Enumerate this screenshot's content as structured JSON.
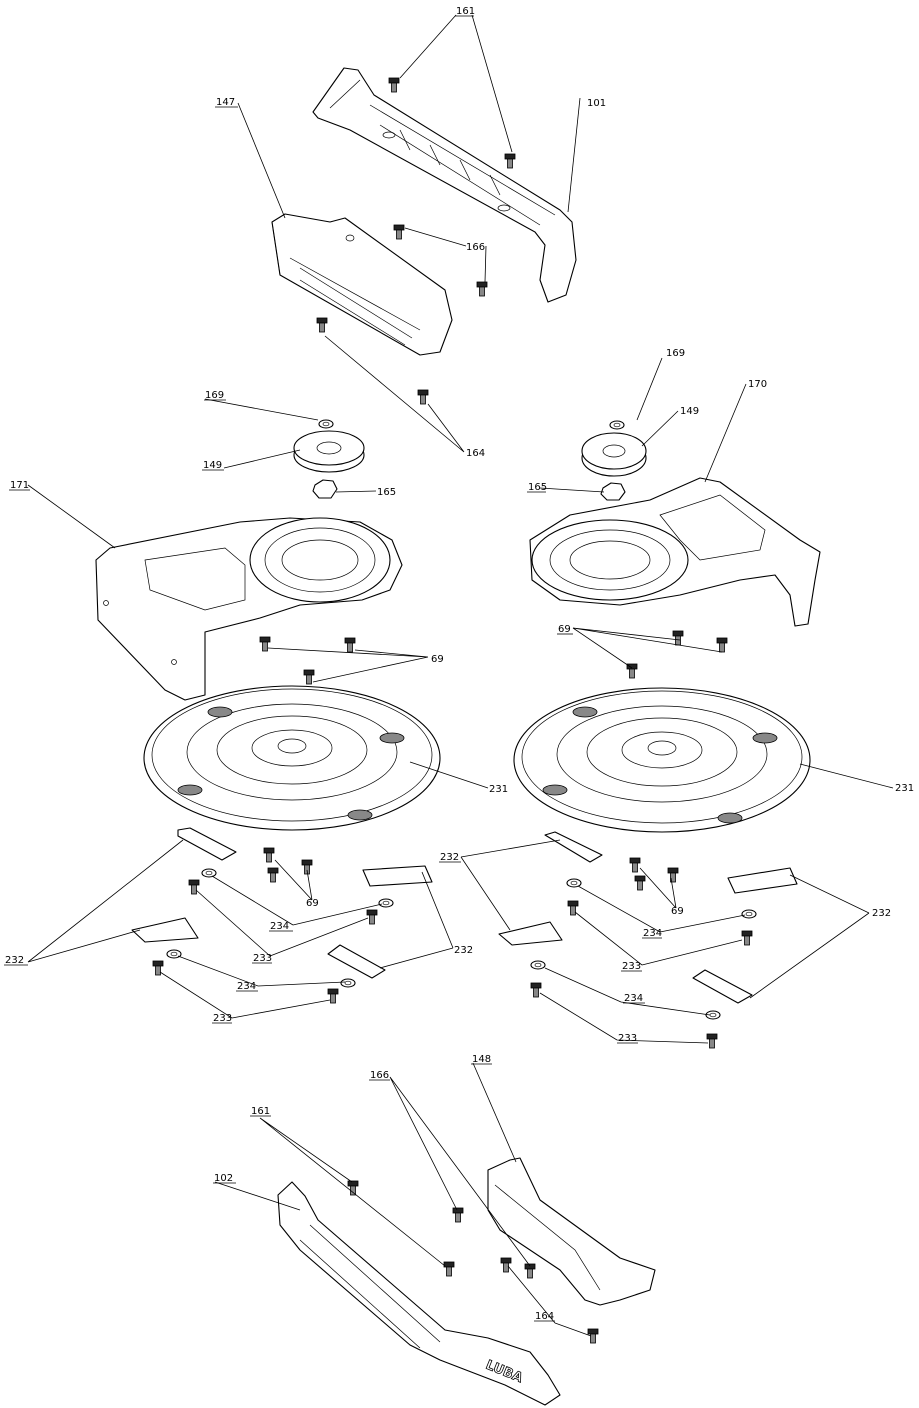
{
  "labels": {
    "p161_top": "161",
    "p101": "101",
    "p147": "147",
    "p166_top": "166",
    "p164_top": "164",
    "p169_left": "169",
    "p149_left": "149",
    "p165_left": "165",
    "p171": "171",
    "p69_left": "69",
    "p231_left": "231",
    "p169_right": "169",
    "p149_right": "149",
    "p170": "170",
    "p165_right": "165",
    "p69_right": "69",
    "p231_right": "231",
    "p232_left_a": "232",
    "p69_low_left": "69",
    "p234_left_a": "234",
    "p233_left_a": "233",
    "p232_left_b": "232",
    "p234_left_b": "234",
    "p233_left_b": "233",
    "p232_right_a": "232",
    "p69_low_right": "69",
    "p234_right_a": "234",
    "p233_right_a": "233",
    "p232_right_b": "232",
    "p234_right_b": "234",
    "p233_right_b": "233",
    "p166_bottom": "166",
    "p148": "148",
    "p161_bottom": "161",
    "p102": "102",
    "p164_bottom": "164"
  },
  "brand_text": "LUBA"
}
